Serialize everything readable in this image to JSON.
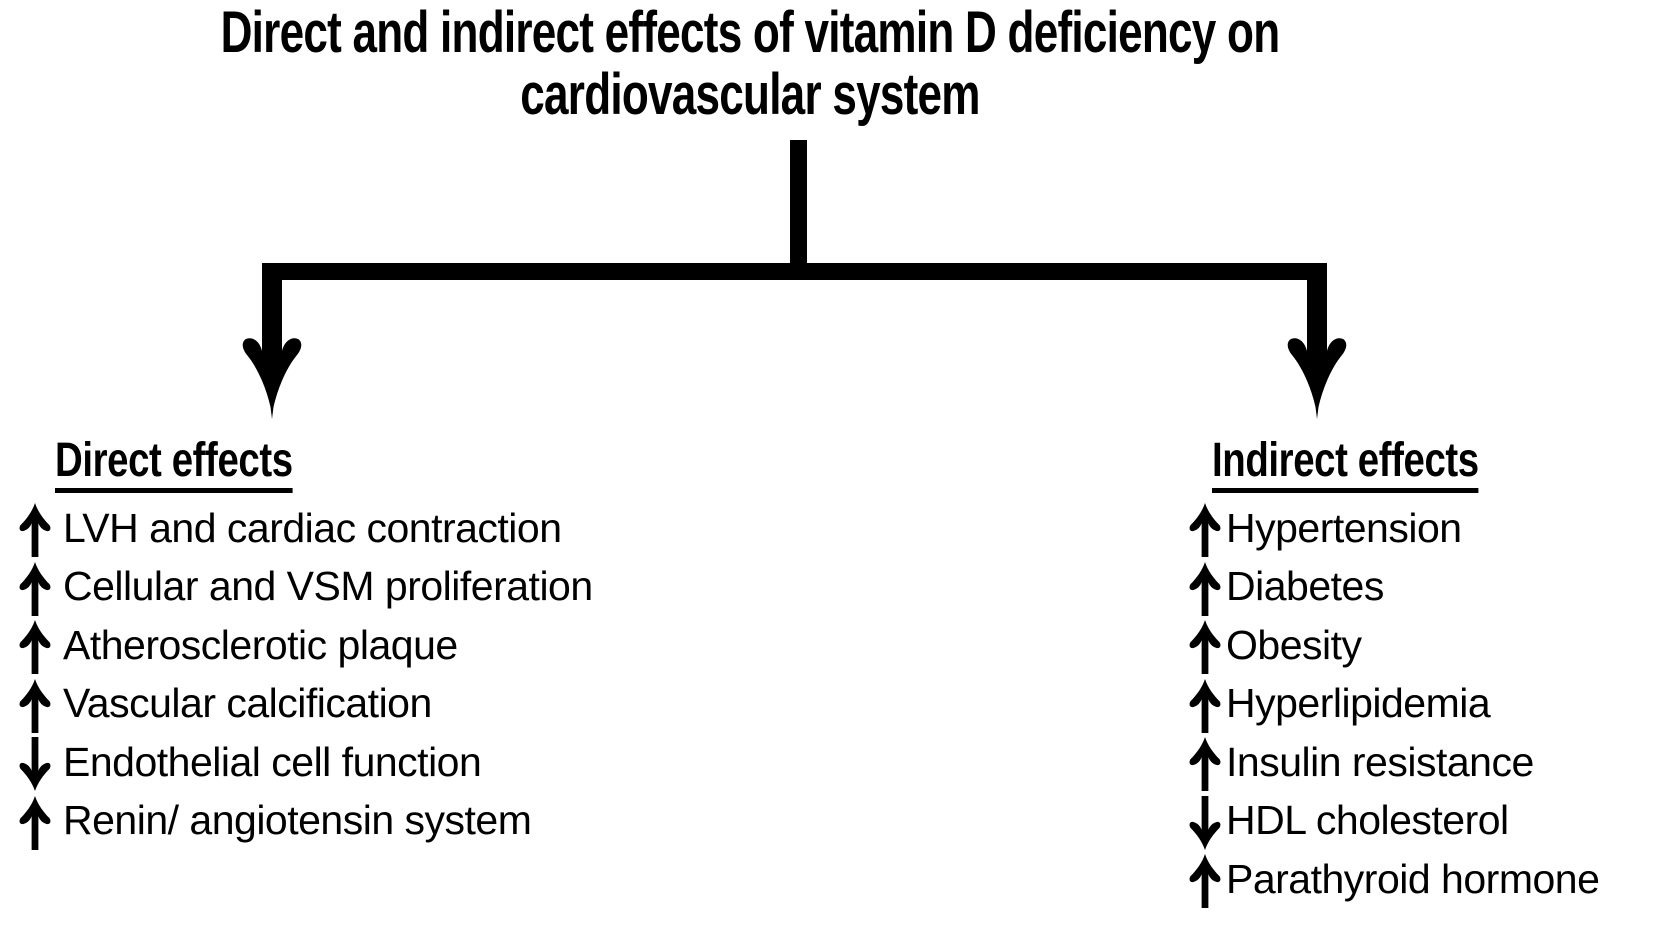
{
  "title": {
    "line1": "Direct and indirect effects of vitamin D deficiency on",
    "line2": "cardiovascular system"
  },
  "colors": {
    "ink": "#000000",
    "background": "#ffffff"
  },
  "left_branch": {
    "heading": "Direct effects",
    "items": [
      {
        "direction": "up",
        "label": "LVH and cardiac contraction"
      },
      {
        "direction": "up",
        "label": "Cellular and VSM proliferation"
      },
      {
        "direction": "up",
        "label": "Atherosclerotic plaque"
      },
      {
        "direction": "up",
        "label": "Vascular calcification"
      },
      {
        "direction": "down",
        "label": "Endothelial cell function"
      },
      {
        "direction": "up",
        "label": "Renin/ angiotensin system"
      }
    ]
  },
  "right_branch": {
    "heading": "Indirect effects",
    "items": [
      {
        "direction": "up",
        "label": "Hypertension"
      },
      {
        "direction": "up",
        "label": "Diabetes"
      },
      {
        "direction": "up",
        "label": "Obesity"
      },
      {
        "direction": "up",
        "label": "Hyperlipidemia"
      },
      {
        "direction": "up",
        "label": "Insulin resistance"
      },
      {
        "direction": "down",
        "label": "HDL cholesterol"
      },
      {
        "direction": "up",
        "label": "Parathyroid hormone"
      }
    ]
  }
}
